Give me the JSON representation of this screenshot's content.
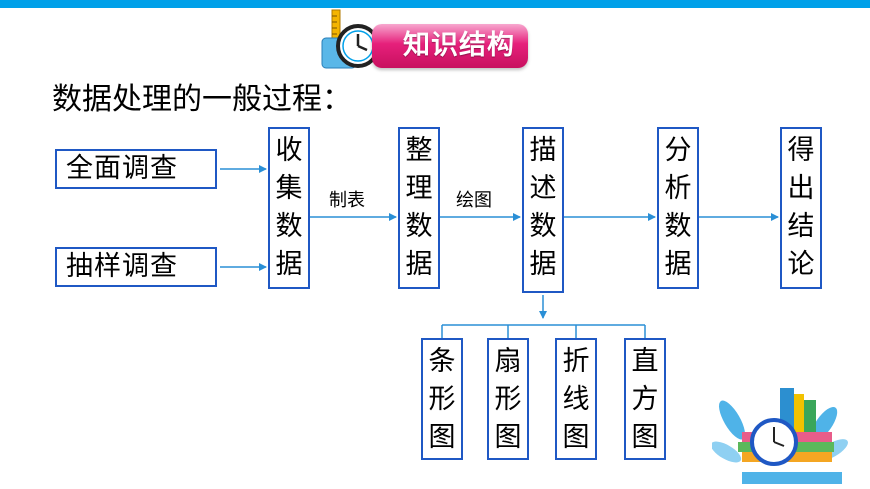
{
  "badge": {
    "title": "知识结构"
  },
  "heading": "数据处理的一般过程：",
  "left_boxes": [
    "全面调查",
    "抽样调查"
  ],
  "steps": [
    {
      "chars": [
        "收",
        "集",
        "数",
        "据"
      ]
    },
    {
      "chars": [
        "整",
        "理",
        "数",
        "据"
      ]
    },
    {
      "chars": [
        "描",
        "述",
        "数",
        "据"
      ]
    },
    {
      "chars": [
        "分",
        "析",
        "数",
        "据"
      ]
    },
    {
      "chars": [
        "得",
        "出",
        "结",
        "论"
      ]
    }
  ],
  "arrow_labels": [
    "制表",
    "绘图"
  ],
  "chart_types": [
    {
      "chars": [
        "条",
        "形",
        "图"
      ]
    },
    {
      "chars": [
        "扇",
        "形",
        "图"
      ]
    },
    {
      "chars": [
        "折",
        "线",
        "图"
      ]
    },
    {
      "chars": [
        "直",
        "方",
        "图"
      ]
    }
  ],
  "colors": {
    "topbar": "#00a0e9",
    "badge": "#e6207b",
    "box_border": "#1f58c4",
    "arrow": "#2a8fd6"
  }
}
